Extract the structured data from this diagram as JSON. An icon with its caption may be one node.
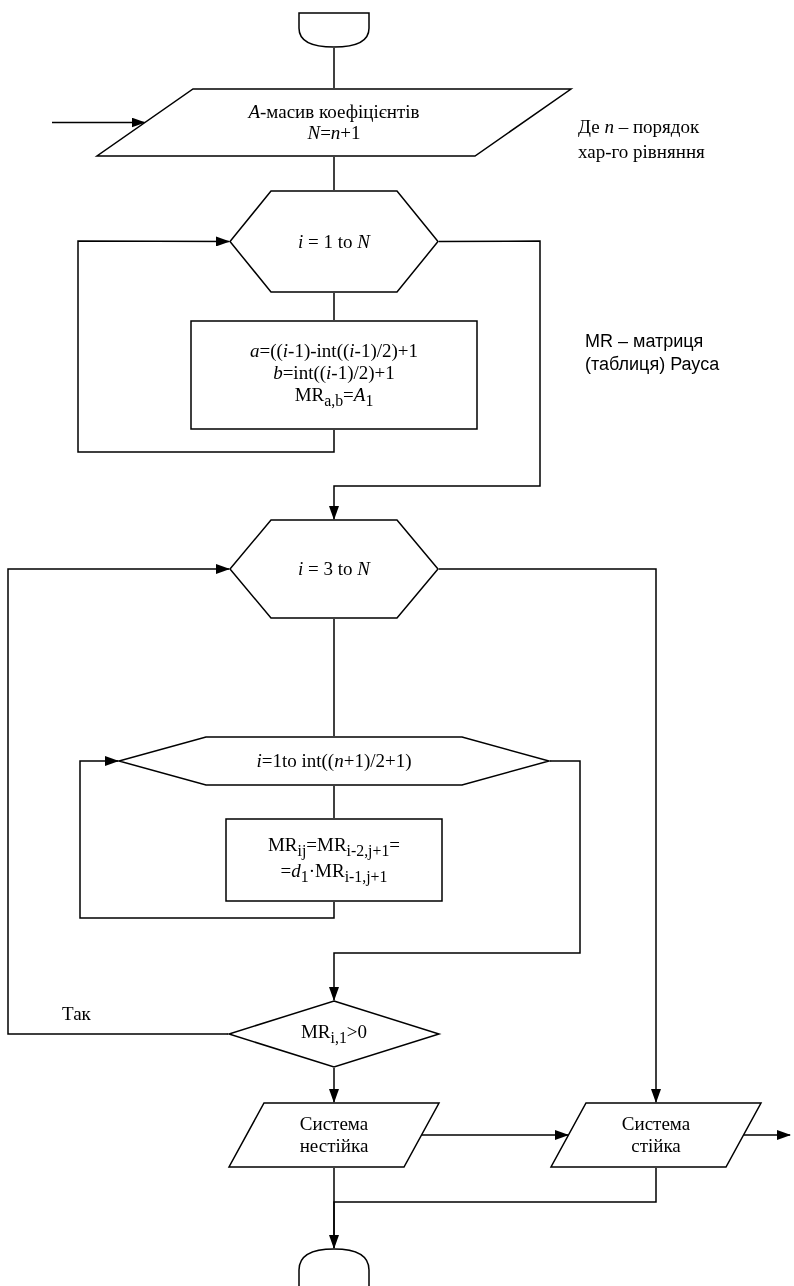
{
  "diagram": {
    "nodes": [
      {
        "text": [],
        "shape": "terminator"
      },
      {
        "text": [
          "*A*-масив коефіцієнтів *N*=*n*+1"
        ],
        "beside": [
          "Де *n* – порядок хар-го рівняння"
        ]
      },
      {
        "text": [
          "*i* = 1 to *N*"
        ]
      },
      {
        "text": [
          "*a*=((*i*-1)-int((*i*-1)/2)+1 *b*=int((*i*-1)/2)+1 MR$_{a,b}$=*A*$_{1}$"
        ]
      },
      {
        "text": [
          "*i* = 3 to *N*"
        ]
      },
      {
        "text": [
          "*i*=1to int((*n*+1)/2+1)"
        ]
      },
      {
        "text": [
          "MR$_{ij}$=MR$_{i-2,j+1}$= =*d*$_{1}$·MR$_{i-1,j+1}$"
        ]
      },
      {
        "text": [
          "MR$_{i,1}$>0"
        ]
      },
      {
        "text": [
          "Система нестійка"
        ]
      },
      {
        "text": [
          "Система стійка"
        ]
      },
      {
        "text": [],
        "shape": "terminator"
      }
    ],
    "edges": [
      {
        "from": null,
        "to": 1,
        "arrow": "to"
      },
      {
        "from": 0,
        "to": 1,
        "arrow": "none"
      },
      {
        "from": 1,
        "to": 2,
        "arrow": "none"
      },
      {
        "from": 2,
        "to": 3,
        "arrow": "none"
      },
      {
        "from": 3,
        "to": 2,
        "arrow": "to"
      },
      {
        "from": 2,
        "to": 4,
        "arrow": "to"
      },
      {
        "from": 4,
        "to": 5,
        "arrow": "none"
      },
      {
        "from": 5,
        "to": 6,
        "arrow": "none"
      },
      {
        "from": 6,
        "to": 5,
        "arrow": "to"
      },
      {
        "from": 5,
        "to": 7,
        "arrow": "to"
      },
      {
        "from": 7,
        "to": 4,
        "arrow": "to",
        "label": "Так"
      },
      {
        "from": 4,
        "to": 9,
        "arrow": "to"
      },
      {
        "from": 7,
        "to": 8,
        "arrow": "to"
      },
      {
        "from": 8,
        "to": 9,
        "arrow": "to"
      },
      {
        "from": 9,
        "to": null,
        "arrow": "to"
      },
      {
        "from": 8,
        "to": 10,
        "arrow": "none"
      },
      {
        "from": 9,
        "to": 10,
        "arrow": "to"
      }
    ],
    "labels": [
      "MR – матриця (таблиця) Рауса"
    ]
  }
}
